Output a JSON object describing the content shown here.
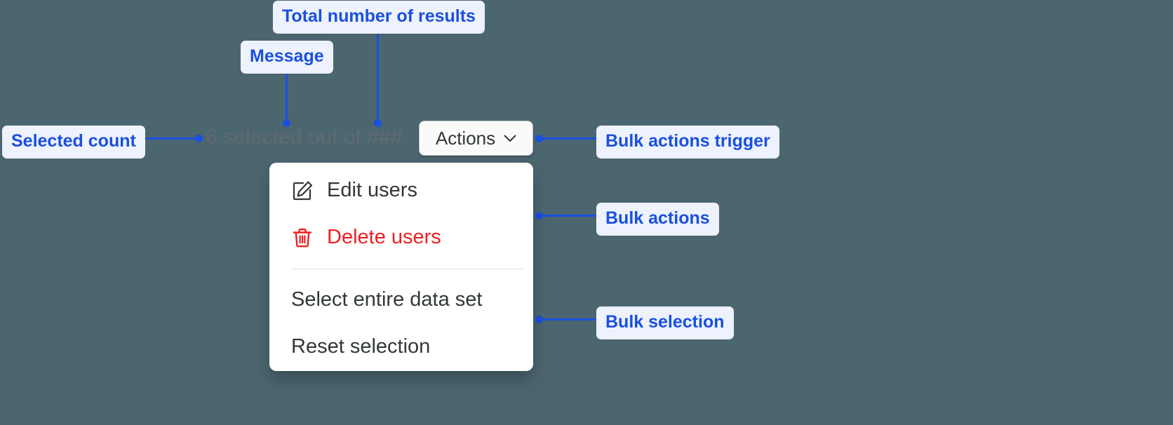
{
  "background_color": "#4c6670",
  "accent_color": "#1a50e0",
  "chip_bg_color": "#eef2fd",
  "danger_color": "#ef2020",
  "annotations": [
    {
      "id": "total-results",
      "label": "Total number of results"
    },
    {
      "id": "message",
      "label": "Message"
    },
    {
      "id": "selected-count",
      "label": "Selected count"
    },
    {
      "id": "bulk-trigger",
      "label": "Bulk actions trigger"
    },
    {
      "id": "bulk-actions",
      "label": "Bulk actions"
    },
    {
      "id": "bulk-selection",
      "label": "Bulk selection"
    }
  ],
  "toolbar": {
    "selected_count_text": "6 selected out of ###",
    "selected_count_number": "6",
    "total_results_placeholder": "###",
    "actions_button_label": "Actions",
    "actions_chevron_icon": "chevron-down-icon"
  },
  "menu": {
    "groups": [
      {
        "items": [
          {
            "label": "Edit users",
            "icon": "edit-pencil-icon",
            "variant": "default"
          },
          {
            "label": "Delete users",
            "icon": "trash-icon",
            "variant": "danger"
          }
        ]
      },
      {
        "items": [
          {
            "label": "Select entire data set",
            "icon": null,
            "variant": "default"
          },
          {
            "label": "Reset selection",
            "icon": null,
            "variant": "default"
          }
        ]
      }
    ]
  }
}
